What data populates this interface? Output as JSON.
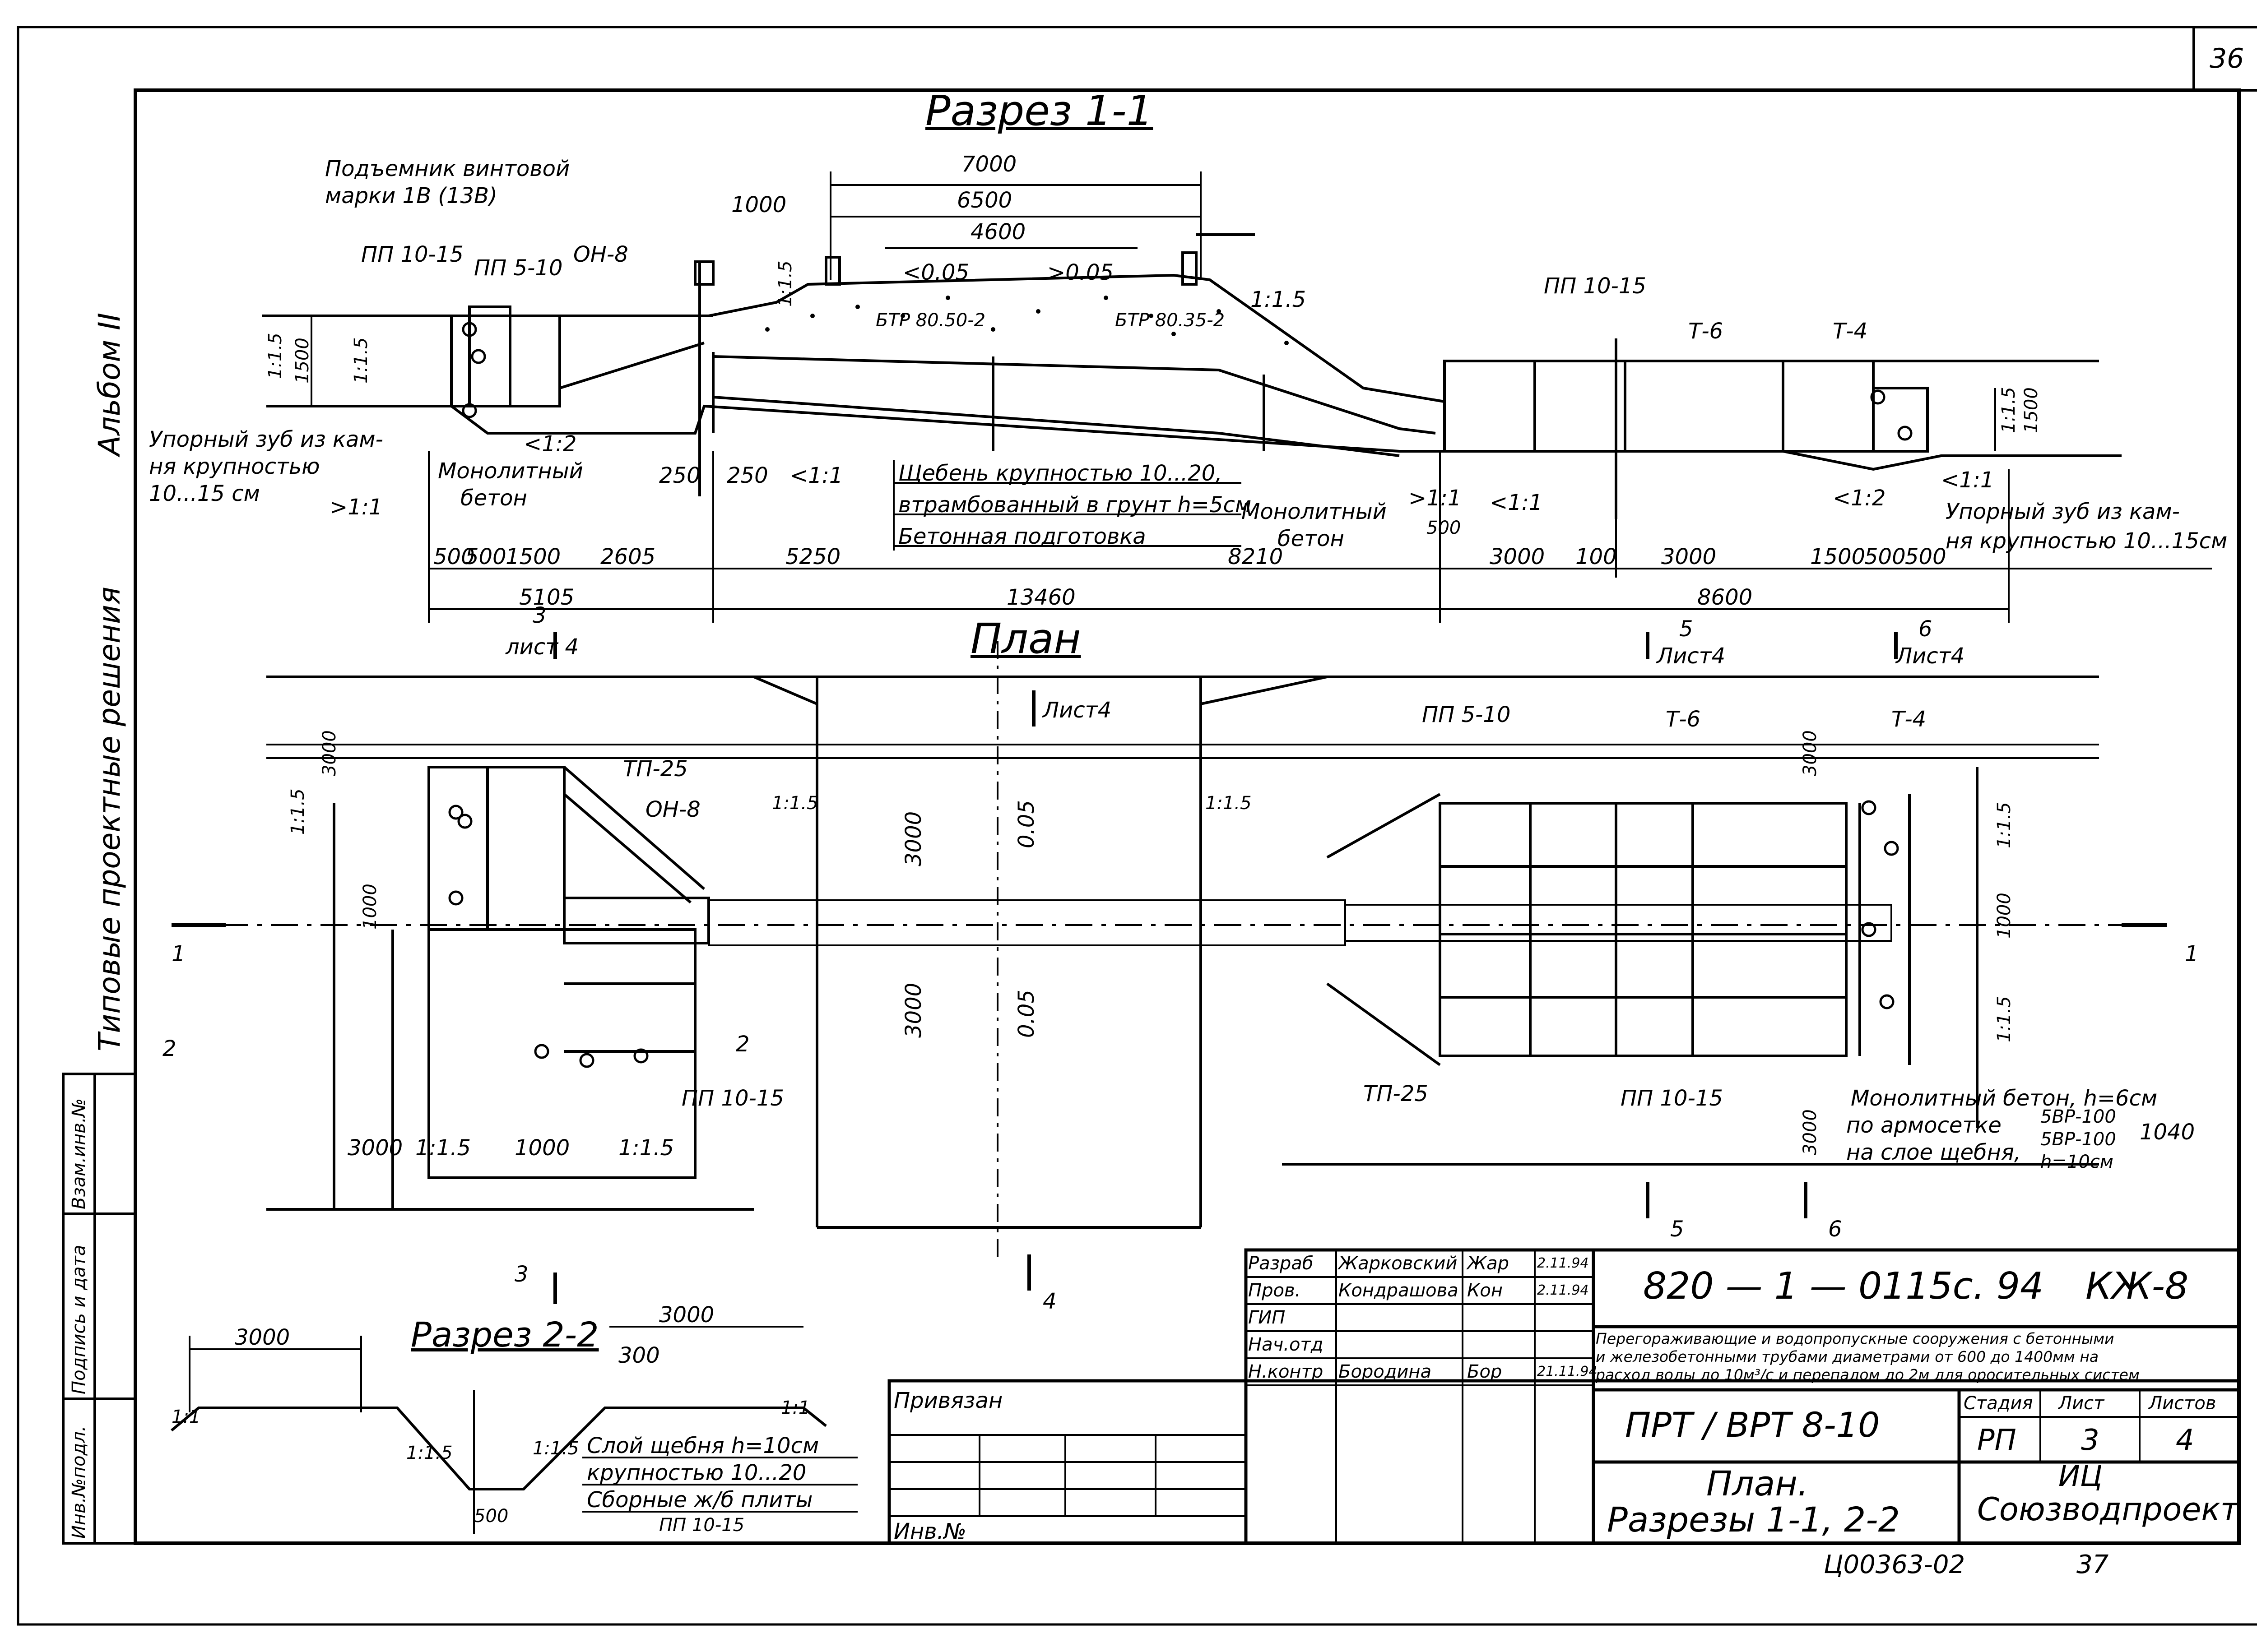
{
  "sheet_number": "36",
  "album": "Альбом II",
  "series_side": "Типовые проектные решения",
  "left_stamp": {
    "inv_podl": "Инв.№подл.",
    "podpis_data": "Подпись и дата",
    "vzam_inv": "Взам.инв.№"
  },
  "section_1_1": {
    "title": "Разрез 1-1",
    "dims_top": [
      "7000",
      "6500",
      "4600",
      "1000"
    ],
    "slopes": [
      "<0.05",
      ">0.05",
      "1:1.5",
      "1:1.5",
      "1:1.5",
      "<1:2",
      ">1:1",
      "<1:1",
      ">1:1",
      "<1:1",
      "<1:2",
      "<1:1"
    ],
    "callouts": {
      "lift": "Подъемник винтовой",
      "lift2": "марки 1В (13В)",
      "pp1015_l": "ПП 10-15",
      "pp510": "ПП 5-10",
      "on8": "ОН-8",
      "btr1": "БТР 80.50-2",
      "btr2": "БТР 80.35-2",
      "pp1015_r": "ПП 10-15",
      "t6": "Т-6",
      "t4": "Т-4",
      "stop_tooth_l1": "Упорный зуб из кам-",
      "stop_tooth_l2": "ня крупностью",
      "stop_tooth_l3": "10...15 см",
      "mono_l1": "Монолитный",
      "mono_l2": "бетон",
      "gravel1": "Щебень крупностью 10...20,",
      "gravel2": "втрамбованный в грунт h=5см",
      "gravel3": "Бетонная подготовка",
      "mono_r1": "Монолитный",
      "mono_r2": "бетон",
      "stop_tooth_r1": "Упорный зуб из кам-",
      "stop_tooth_r2": "ня крупностью 10...15см"
    },
    "dims_side": [
      "1500",
      "1:1.5",
      "1500",
      "1:1.5"
    ],
    "dims_small": [
      "250",
      "250",
      "500"
    ],
    "dims_row1": [
      "500",
      "500",
      "1500",
      "2605",
      "5250",
      "8210",
      "3000",
      "100",
      "3000",
      "1500",
      "500",
      "500"
    ],
    "dims_row2": [
      "5105",
      "13460",
      "8600"
    ]
  },
  "plan": {
    "title": "План",
    "cuts": {
      "c3": "3",
      "c3s": "лист 4",
      "c5": "5",
      "c5s": "Лист4",
      "c6": "6",
      "c6s": "Лист4",
      "c4s": "Лист4",
      "c1l": "1",
      "c1r": "1",
      "c2l": "2",
      "c2r": "2",
      "c5b": "5",
      "c6b": "6",
      "c4b": "4",
      "c3b": "3"
    },
    "labels": {
      "tp25_top": "ТП-25",
      "on8": "ОН-8",
      "pp510": "ПП 5-10",
      "t6": "Т-6",
      "t4": "Т-4",
      "pp1015_l": "ПП 10-15",
      "pp1015_r": "ПП 10-15",
      "tp25_bot": "ТП-25",
      "mono1": "Монолитный  бетон, h=6см",
      "mono2": "по армосетке",
      "mono3": "на слое щебня,",
      "mesh1": "5ВР-100",
      "mesh2": "5ВР-100",
      "mesh_n": "1040",
      "h10": "h=10см"
    },
    "dims": [
      "3000",
      "1:1.5",
      "1:1.5",
      "1000",
      "3000",
      "0.05",
      "3000",
      "0.05",
      "1:1.5",
      "3000",
      "1:1.5",
      "1000",
      "1:1.5",
      "3000",
      "1:1.5",
      "1000",
      "1:1.5",
      "3000"
    ]
  },
  "section_2_2": {
    "title": "Разрез 2-2",
    "dims": [
      "3000",
      "3000",
      "300",
      "500"
    ],
    "slopes": [
      "1:1",
      "1:1.5",
      "1:1.5",
      "1:1"
    ],
    "notes": [
      "Слой щебня h=10см",
      "крупностью 10...20",
      "Сборные ж/б плиты",
      "ПП 10-15"
    ]
  },
  "title_block": {
    "privyazan": "Привязан",
    "inv": "Инв.№",
    "rows": [
      {
        "role": "Разраб",
        "name": "Жарковский",
        "sign": "Жар",
        "date": "2.11.94"
      },
      {
        "role": "Пров.",
        "name": "Кондрашова",
        "sign": "Кон",
        "date": "2.11.94"
      },
      {
        "role": "ГИП",
        "name": "",
        "sign": "",
        "date": ""
      },
      {
        "role": "Нач.отд",
        "name": "",
        "sign": "",
        "date": ""
      },
      {
        "role": "Н.контр",
        "name": "Бородина",
        "sign": "Бор",
        "date": "21.11.94"
      }
    ],
    "code": "820 — 1 — 0115с. 94",
    "mark": "КЖ-8",
    "desc1": "Перегораживающие и водопропускные сооружения с бетонными",
    "desc2": "и железобетонными трубами диаметрами от 600 до 1400мм на",
    "desc3": "расход воды до 10м³/с и перепадом до 2м для оросительных систем",
    "object": "ПРТ / ВРТ 8-10",
    "stage_h": "Стадия",
    "sheet_h": "Лист",
    "sheets_h": "Листов",
    "stage": "РП",
    "sheet": "3",
    "sheets": "4",
    "name1": "План.",
    "name2": "Разрезы 1-1, 2-2",
    "org1": "ИЦ",
    "org2": "Союзводпроект",
    "format": "Ц00363-02",
    "page": "37"
  }
}
